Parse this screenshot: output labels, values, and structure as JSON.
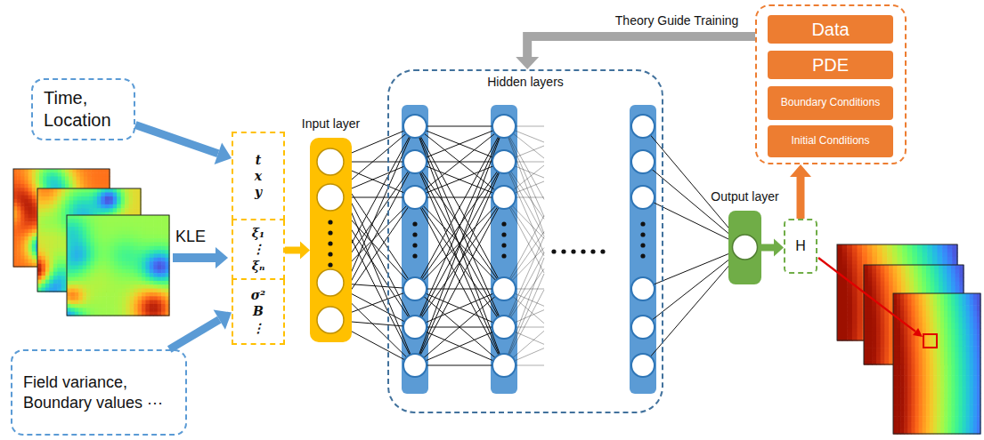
{
  "diagram": {
    "nodes": [
      {
        "text": [
          "Time, Location"
        ]
      },
      {
        "text": [
          "Field variance, Boundary values ···"
        ]
      },
      {
        "text": [
          "t",
          "x",
          "y"
        ]
      },
      {
        "text": [
          "ξ₁",
          "⋮",
          "ξₙ"
        ]
      },
      {
        "text": [
          "σ²",
          "B",
          "⋮"
        ]
      },
      {
        "text": [
          "Input layer"
        ]
      },
      {
        "text": [
          "Hidden layers"
        ]
      },
      {
        "text": [
          "Output layer"
        ]
      },
      {
        "text": [
          "H"
        ]
      },
      {
        "text": []
      },
      {
        "text": [
          "Data"
        ],
        "in": 9
      },
      {
        "text": [
          "PDE"
        ],
        "in": 9
      },
      {
        "text": [
          "Boundary Conditions"
        ],
        "in": 9
      },
      {
        "text": [
          "Initial Conditions"
        ],
        "in": 9
      }
    ],
    "edges": [
      {
        "from": 0,
        "to": 2,
        "arrow": "to"
      },
      {
        "from": 1,
        "to": 4,
        "arrow": "to"
      },
      {
        "from": 3,
        "to": 5,
        "arrow": "to"
      },
      {
        "from": 7,
        "to": 8,
        "arrow": "to"
      },
      {
        "from": 8,
        "to": 9,
        "arrow": "to"
      },
      {
        "from": 9,
        "to": 6,
        "arrow": "to",
        "label": "Theory Guide Training"
      }
    ],
    "labels": [
      "KLE"
    ]
  }
}
